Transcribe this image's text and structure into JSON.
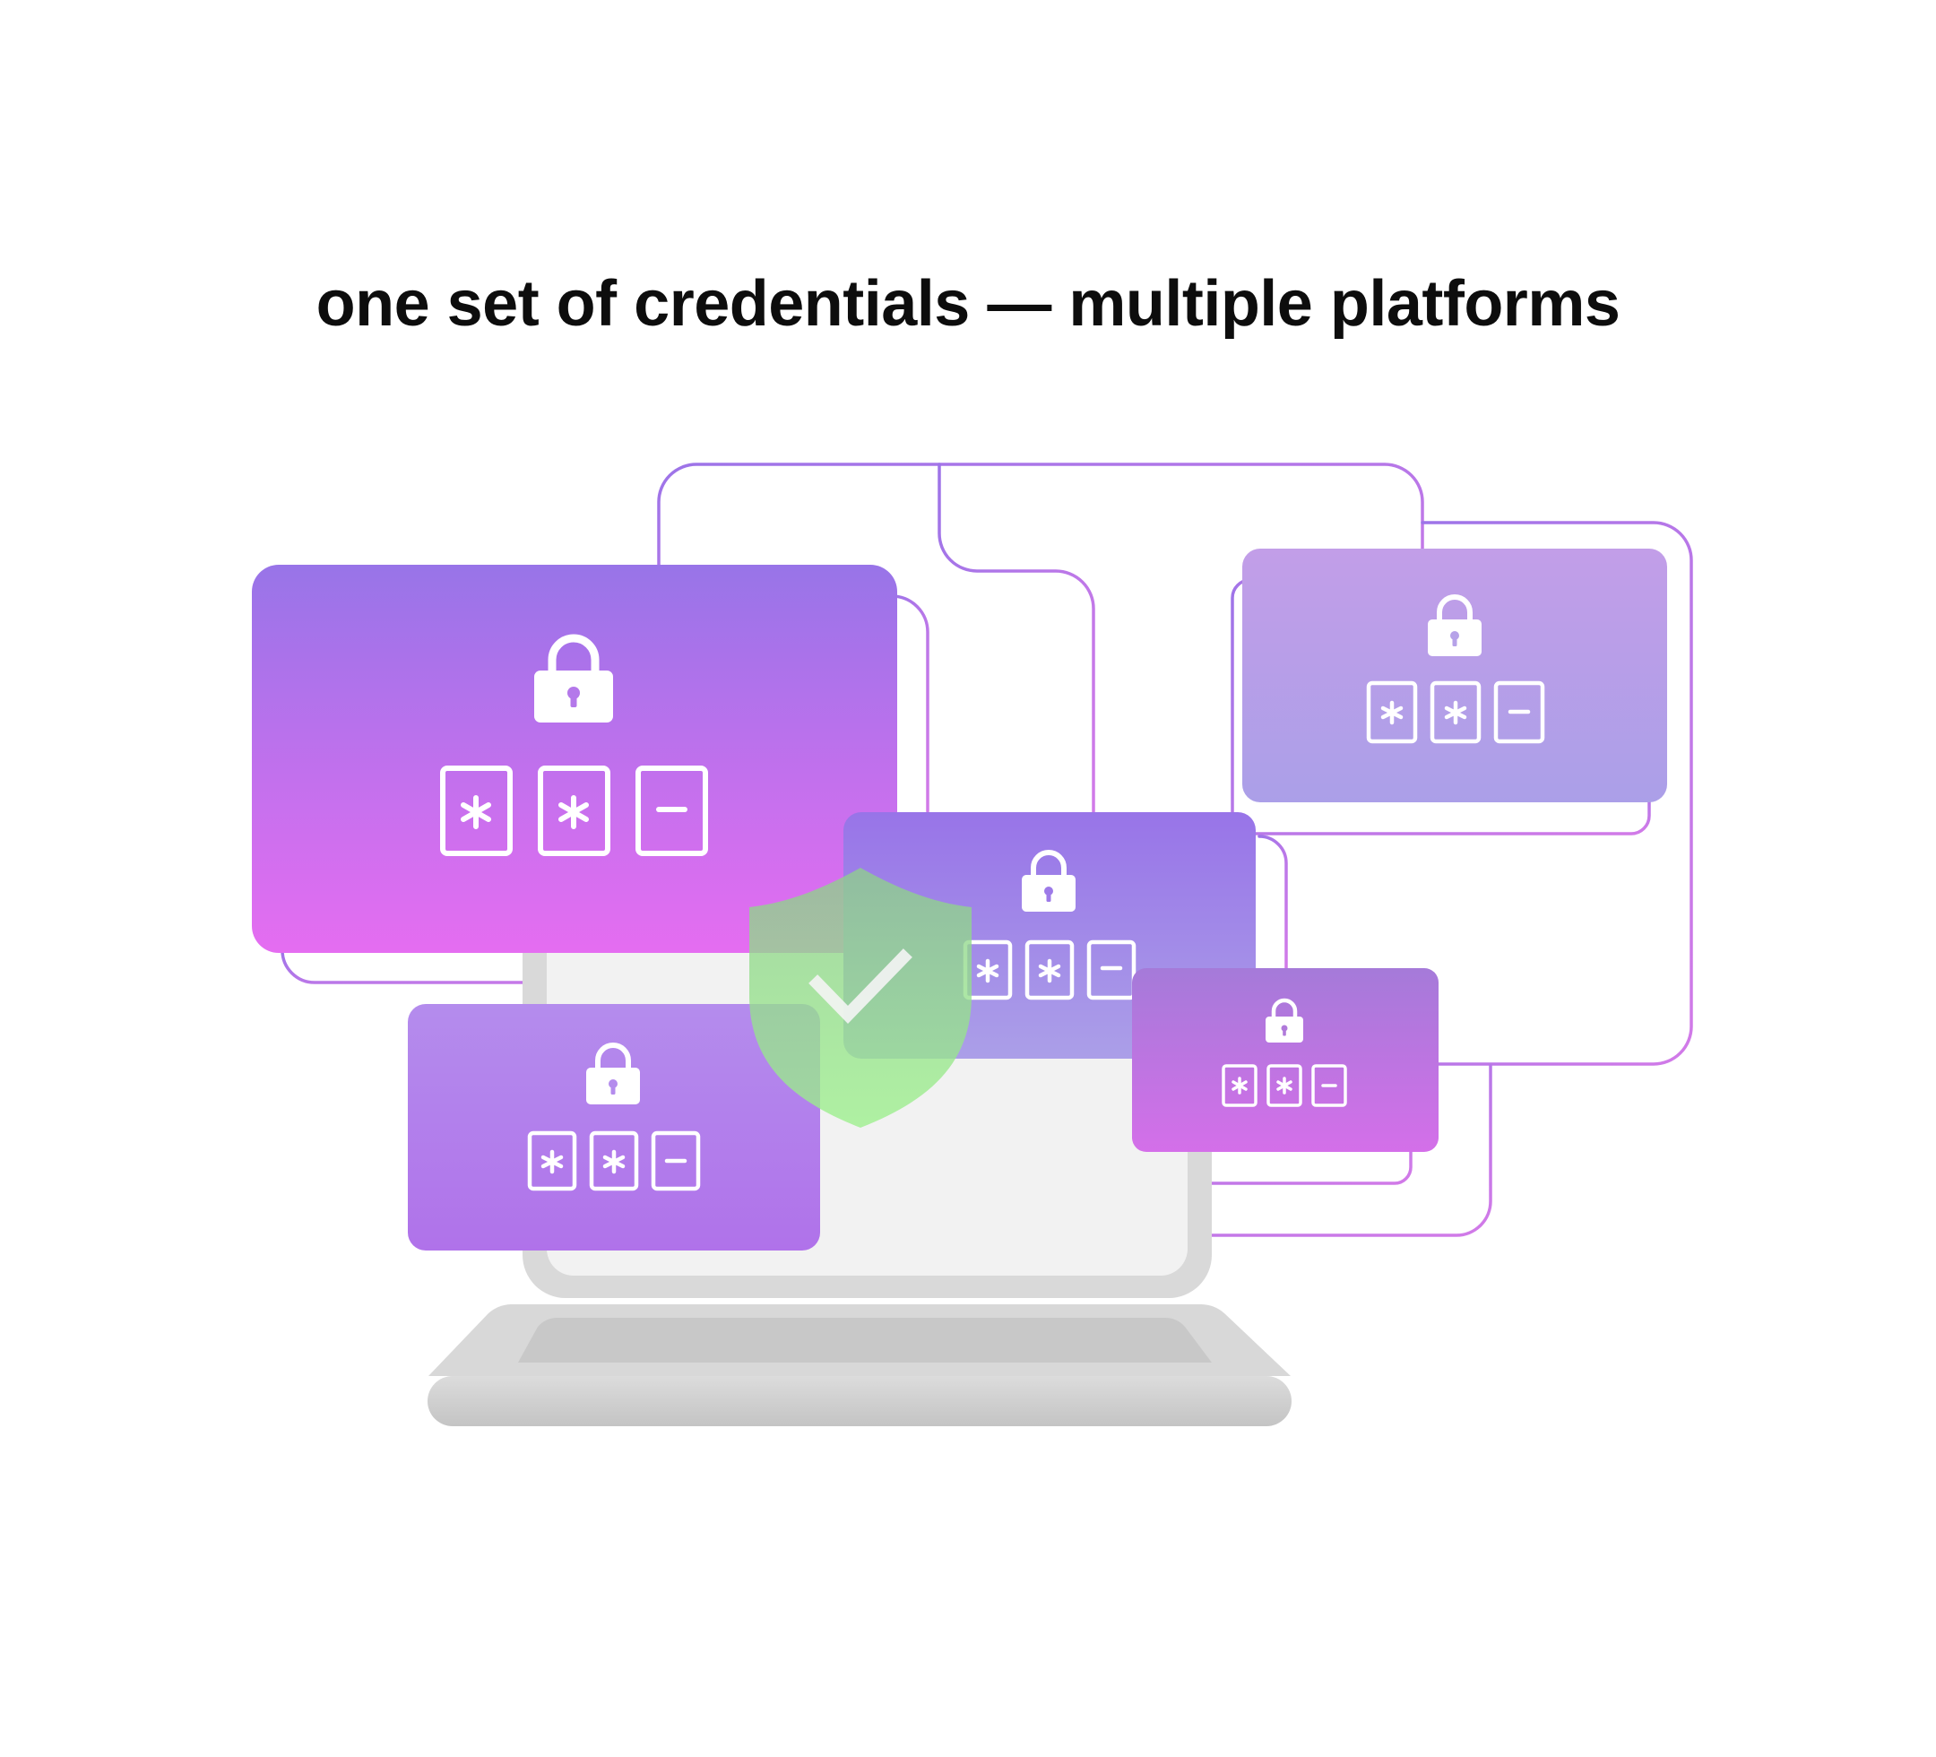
{
  "headline": "one set of credentials — multiple platforms",
  "icons": {
    "padlock": "padlock-icon",
    "asterisk": "asterisk-key-icon",
    "dash": "dash-key-icon",
    "shield": "shield-check-icon",
    "laptop": "laptop-icon"
  },
  "colors": {
    "panel_top_purple": "#9874e8",
    "panel_bottom_pink": "#e56df1",
    "panel_lavender_top": "#c29ee8",
    "panel_lavender_bottom": "#ab9fe8",
    "connector_purple": "#9f75e8",
    "connector_pink": "#d479e8",
    "shield_green": "#8ce58a",
    "laptop_gray": "#d9d9d9",
    "screen_gray": "#f1f1f1",
    "headline_text": "#0d0d0d"
  },
  "credential_panels": [
    {
      "name": "credential-panel-large",
      "keys": [
        "*",
        "*",
        "-"
      ]
    },
    {
      "name": "credential-panel-top-right",
      "keys": [
        "*",
        "*",
        "-"
      ]
    },
    {
      "name": "credential-panel-center",
      "keys": [
        "*",
        "*",
        "-"
      ]
    },
    {
      "name": "credential-panel-bottom-left",
      "keys": [
        "*",
        "*",
        "-"
      ]
    },
    {
      "name": "credential-panel-bottom-right",
      "keys": [
        "*",
        "*",
        "-"
      ]
    }
  ]
}
